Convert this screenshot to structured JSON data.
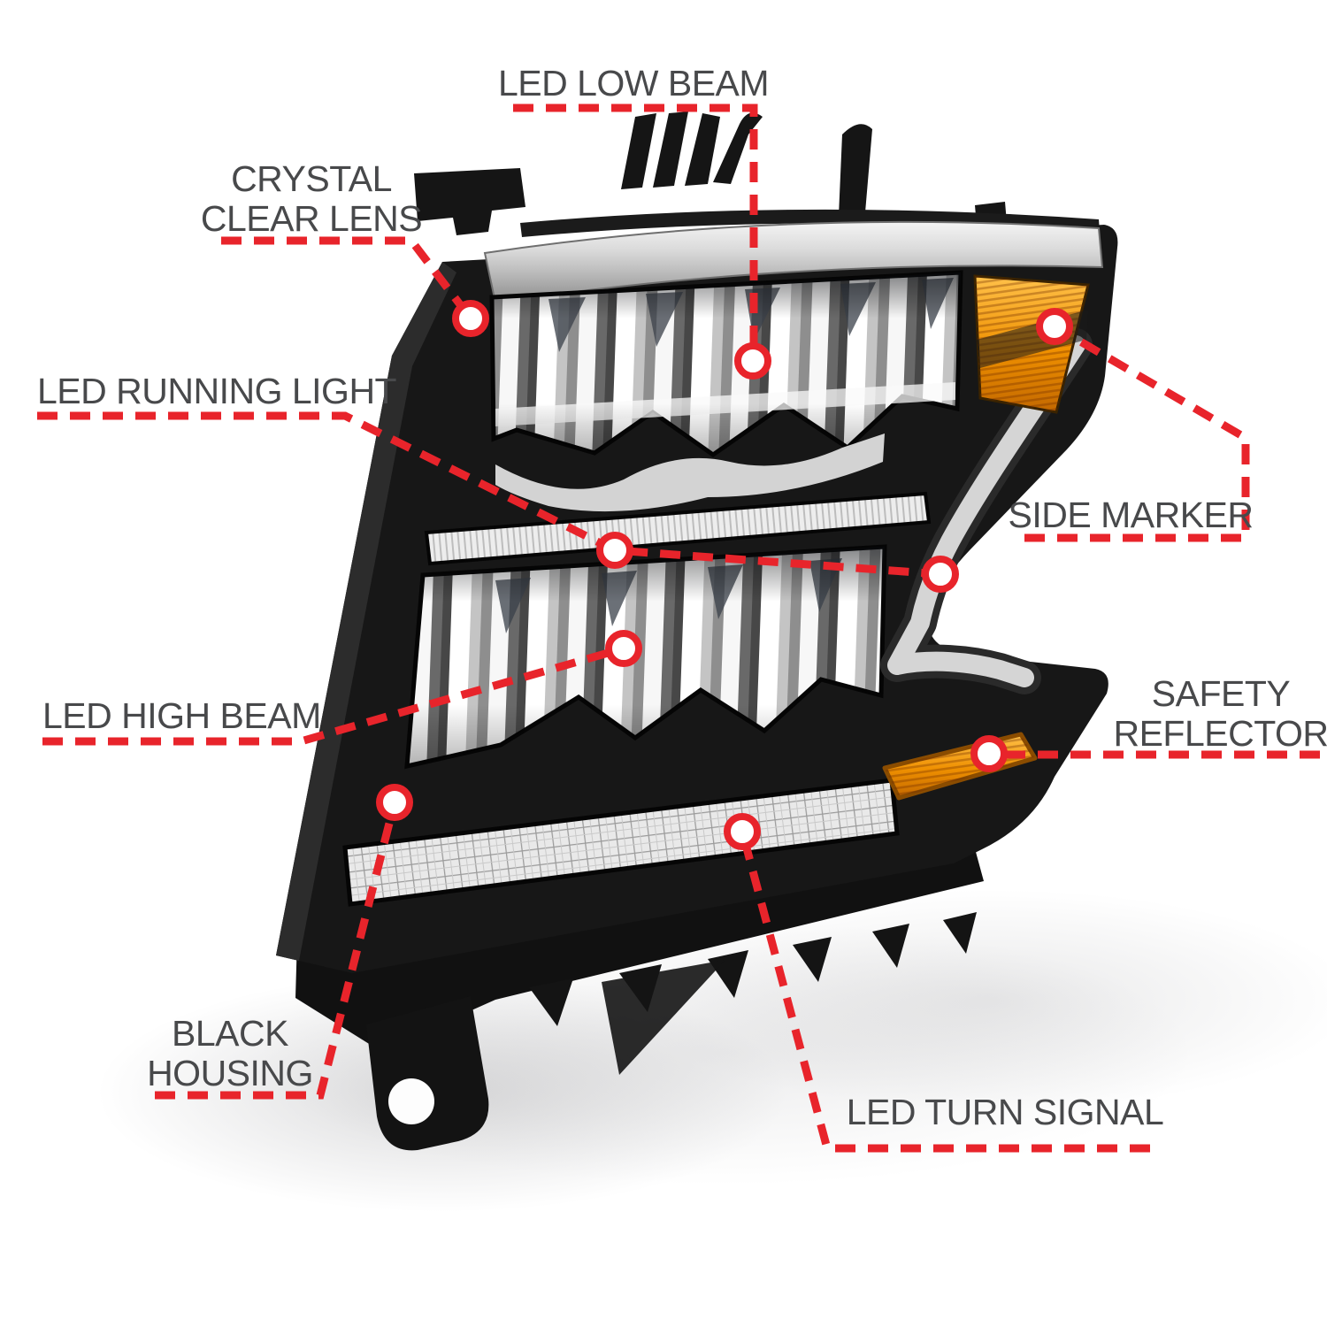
{
  "colors": {
    "callout_red": "#e8242b",
    "label_text": "#48494b",
    "amber": "#f09000",
    "silver_trim": "#c9c9c9",
    "housing_black": "#171717",
    "lens_white": "#ececec"
  },
  "callouts": {
    "led_low_beam": {
      "label": "LED LOW BEAM"
    },
    "crystal_clear_lens": {
      "line1": "CRYSTAL",
      "line2": "CLEAR LENS"
    },
    "led_running_light": {
      "label": "LED RUNNING LIGHT"
    },
    "side_marker": {
      "label": "SIDE MARKER"
    },
    "led_high_beam": {
      "label": "LED HIGH BEAM"
    },
    "safety_reflector": {
      "line1": "SAFETY",
      "line2": "REFLECTOR"
    },
    "black_housing": {
      "line1": "BLACK",
      "line2": "HOUSING"
    },
    "led_turn_signal": {
      "label": "LED TURN SIGNAL"
    }
  }
}
